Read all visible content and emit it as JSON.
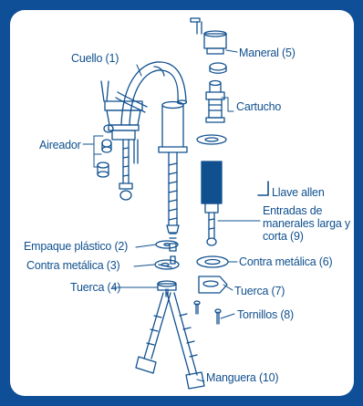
{
  "colors": {
    "frame": "#0f4f97",
    "panel": "#ffffff",
    "ink": "#10508f"
  },
  "labels": {
    "cuello": "Cuello (1)",
    "maneral": "Maneral (5)",
    "cartucho": "Cartucho",
    "aireador": "Aireador",
    "llave_allen": "Llave allen",
    "entradas": "Entradas de manerales larga y corta (9)",
    "empaque_plastico": "Empaque plástico (2)",
    "contra_metalica_3": "Contra metálica (3)",
    "contra_metalica_6": "Contra metálica (6)",
    "tuerca_4": "Tuerca (4)",
    "tuerca_7": "Tuerca (7)",
    "tornillos": "Tornillos (8)",
    "manguera": "Manguera (10)"
  }
}
